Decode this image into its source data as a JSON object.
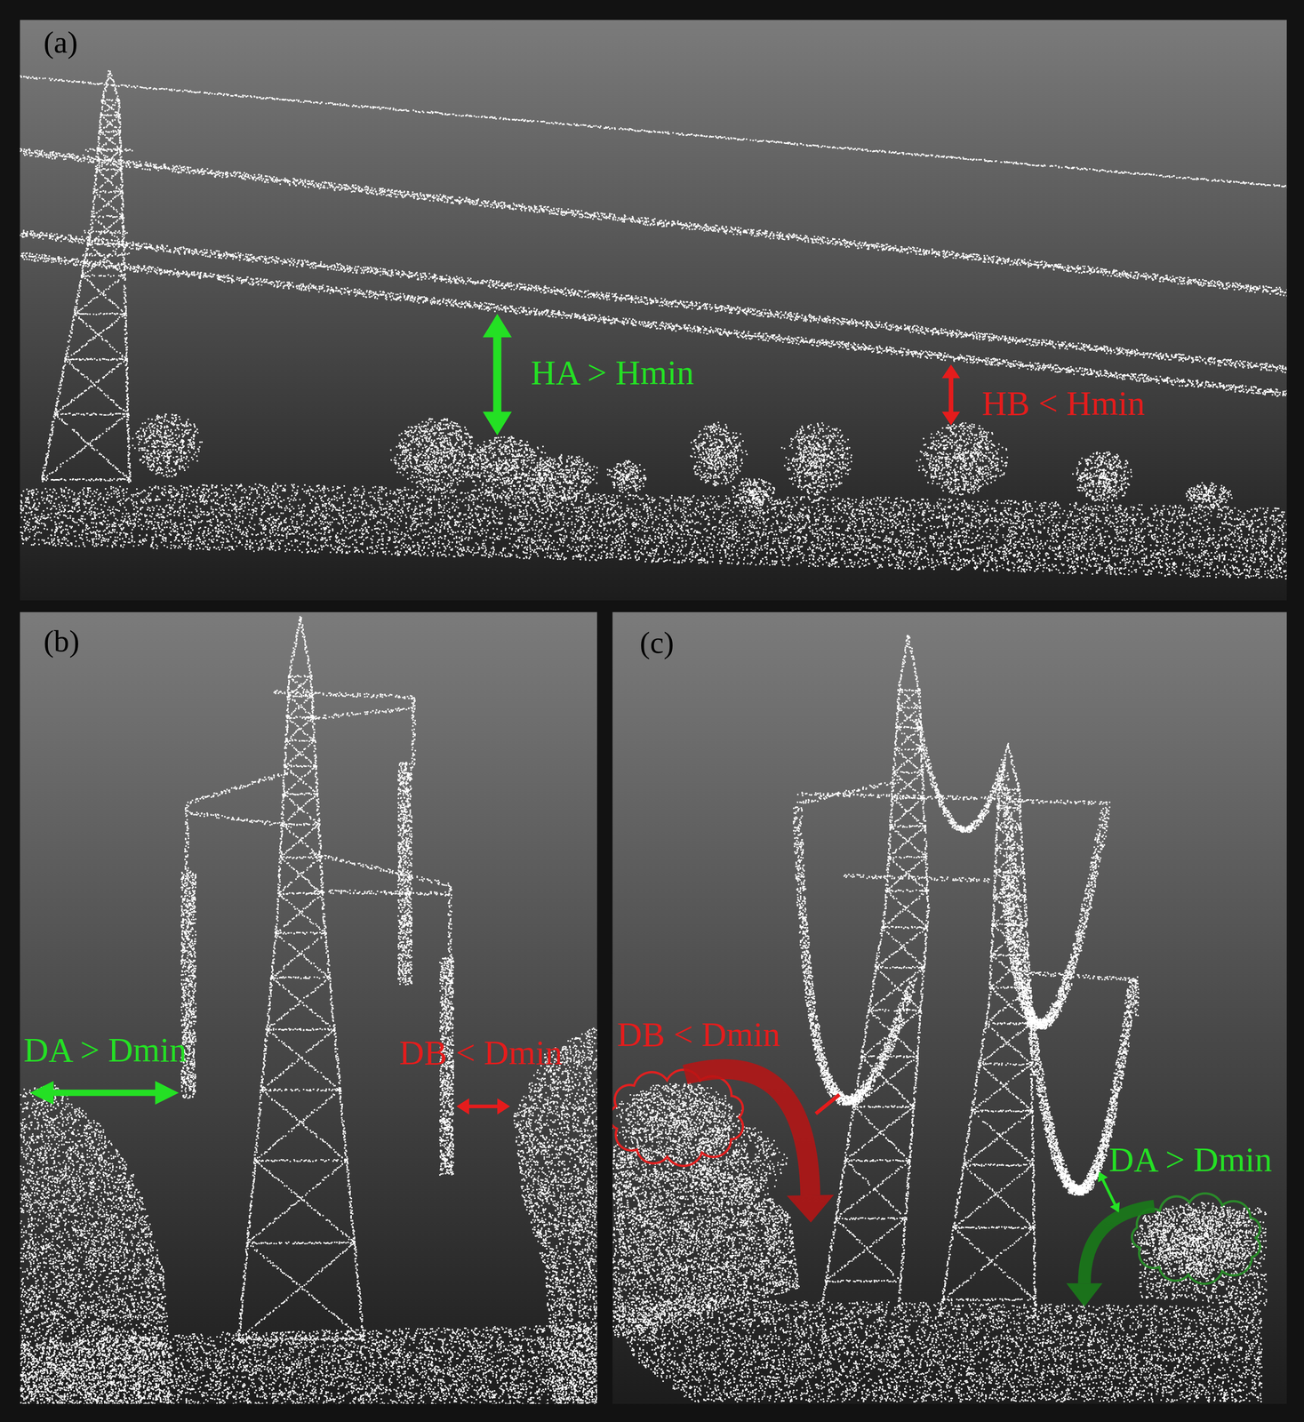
{
  "diagram": {
    "labels": [
      "(a)",
      "HA > Hmin",
      "HB < Hmin",
      "(b)",
      "DA > Dmin",
      "DB < Dmin",
      "(c)",
      "DB < Dmin",
      "DA > Dmin"
    ]
  }
}
